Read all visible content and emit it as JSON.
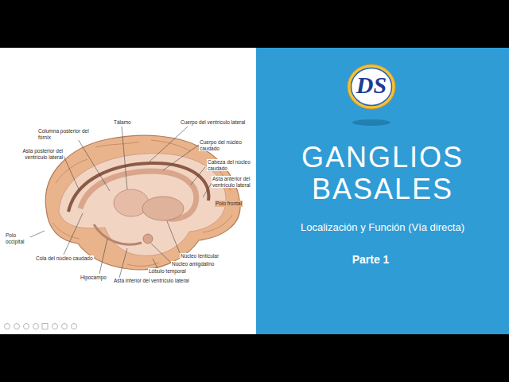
{
  "diagram": {
    "nodes": [
      {
        "text": [
          "GANGLIOS BASALES",
          "Localización y Función (Vía directa)",
          "Parte 1"
        ]
      },
      {
        "text": [
          "DS"
        ],
        "in": 0
      }
    ],
    "labels": [
      "Columna posterior del fórnix",
      "Tálamo",
      "Cuerpo del ventrículo lateral",
      "Cuerpo del núcleo caudado",
      "Asta posterior del ventrículo lateral",
      "Cabeza del núcleo caudado",
      "Asta anterior del ventrículo lateral",
      "Polo frontal",
      "Polo occipital",
      "Núcleo lenticular",
      "Cola del núcleo caudado",
      "Núcleo amigdalino",
      "Lóbulo temporal",
      "Hipocampo",
      "Asta inferior del ventrículo lateral"
    ]
  }
}
